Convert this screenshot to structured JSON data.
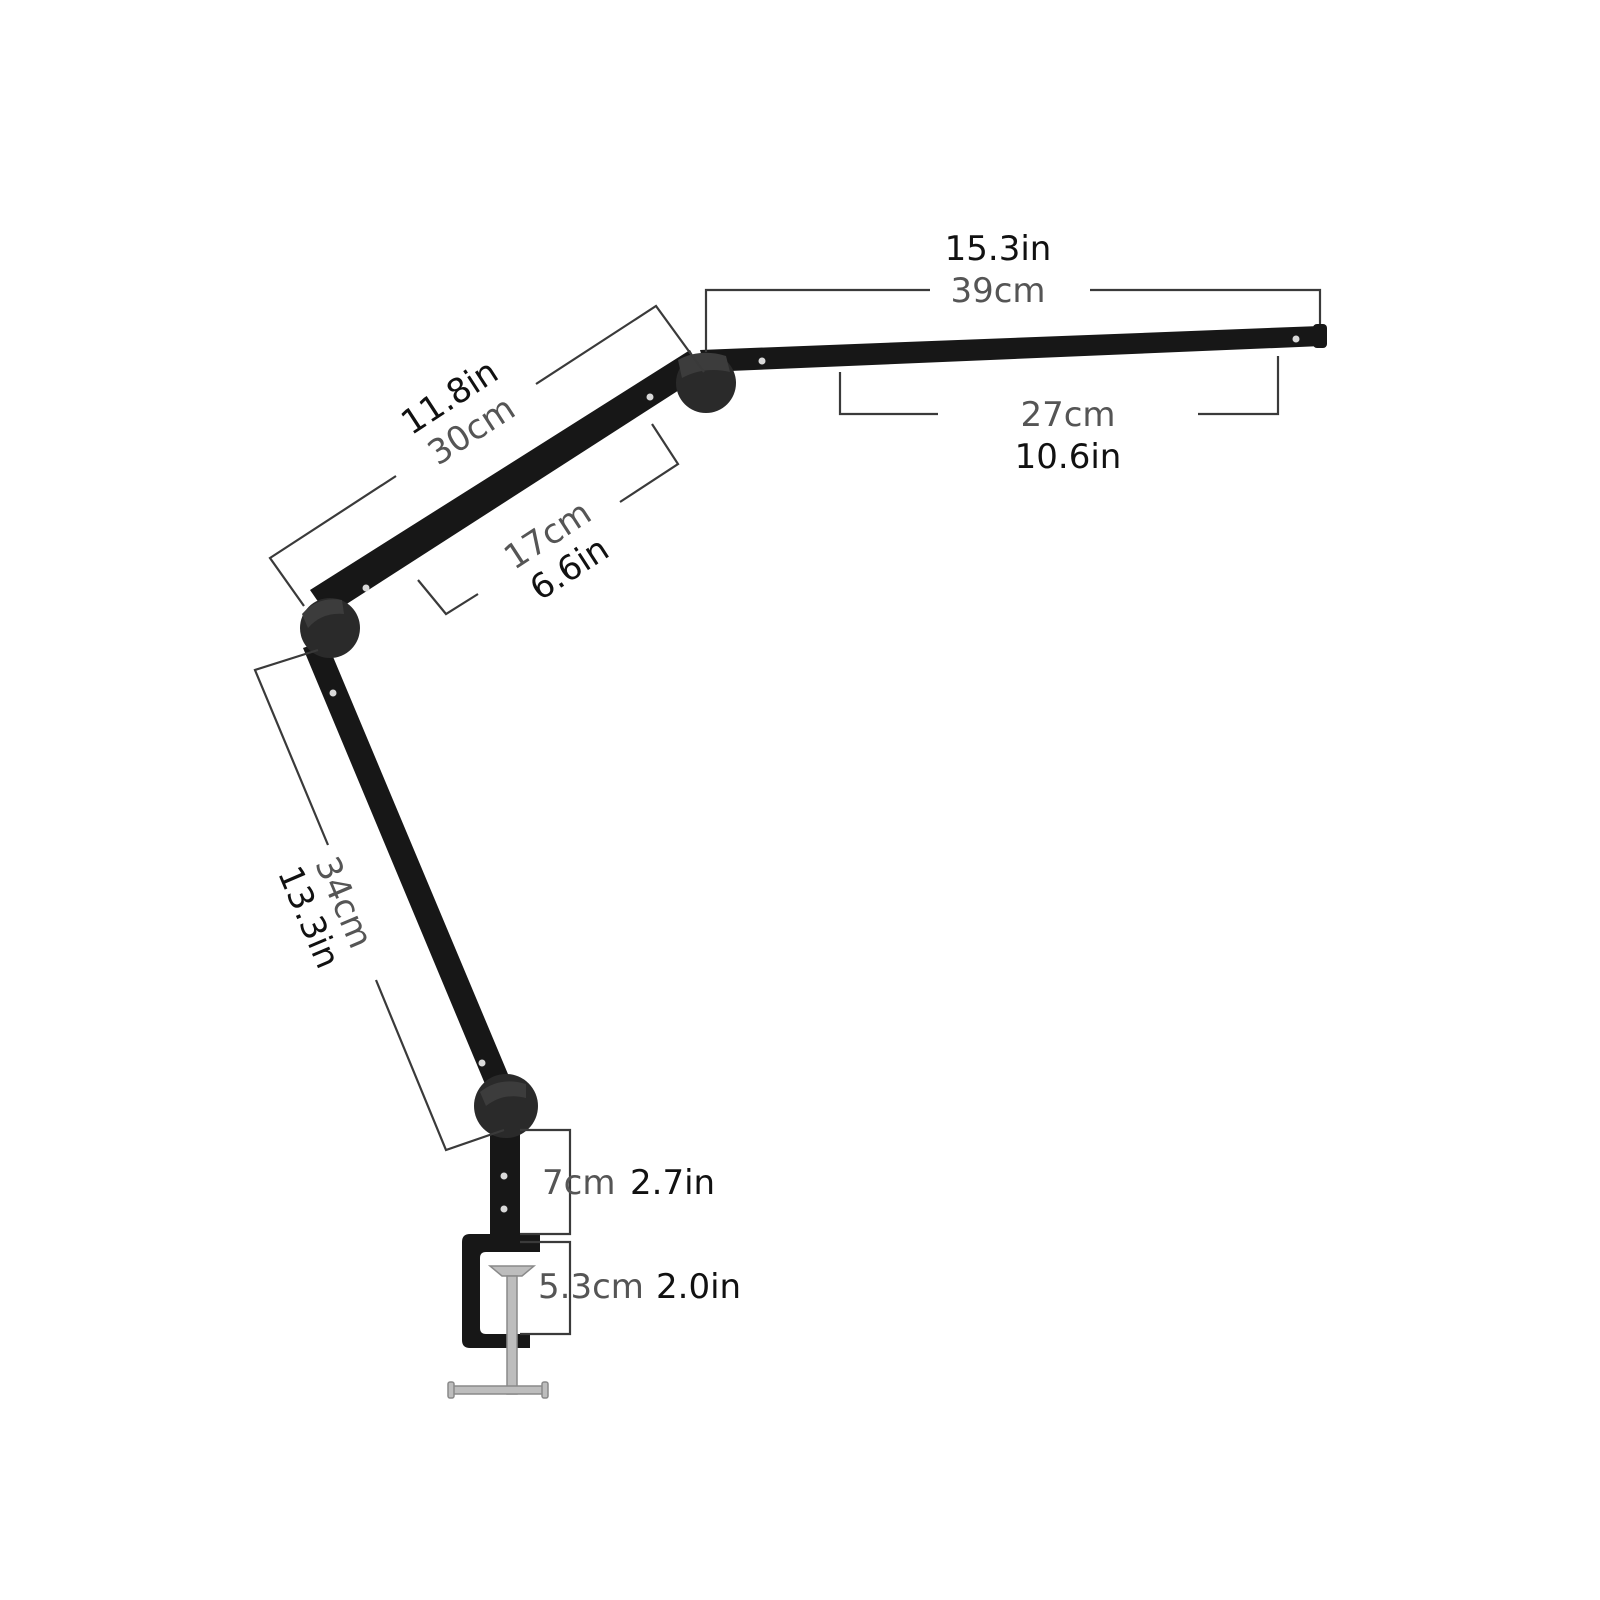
{
  "colors": {
    "arm": "#171717",
    "joint": "#2a2a2a",
    "dimension_line": "#3a3a3a",
    "screw": "#bdbdbd",
    "background": "#ffffff"
  },
  "dimensions": {
    "top_arm_total": {
      "inch": "15.3in",
      "cm": "39cm"
    },
    "top_arm_inner": {
      "cm": "27cm",
      "inch": "10.6in"
    },
    "middle_arm_total": {
      "inch": "11.8in",
      "cm": "30cm"
    },
    "middle_arm_inner": {
      "cm": "17cm",
      "inch": "6.6in"
    },
    "lower_arm": {
      "cm": "34cm",
      "inch": "13.3in"
    },
    "post_height": {
      "cm": "7cm",
      "inch": "2.7in"
    },
    "clamp_opening": {
      "cm": "5.3cm",
      "inch": "2.0in"
    }
  }
}
